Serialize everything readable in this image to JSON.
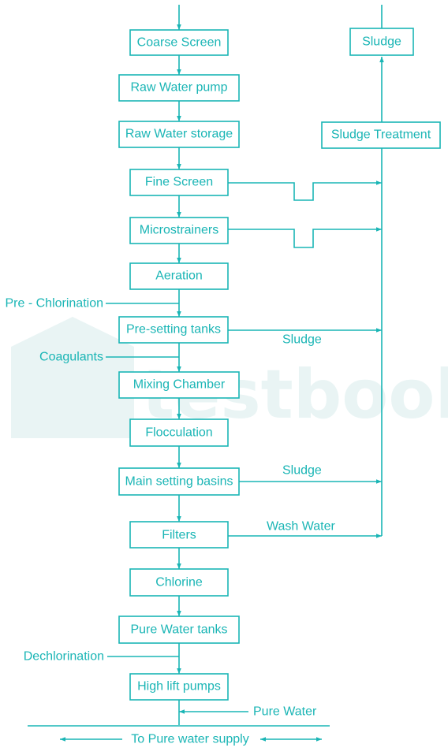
{
  "colors": {
    "accent": "#1ab5b5",
    "watermark": "#e9f4f4"
  },
  "watermark": "testbook",
  "boxes": {
    "coarse_screen": "Coarse Screen",
    "raw_water_pump": "Raw Water pump",
    "raw_water_storage": "Raw Water storage",
    "fine_screen": "Fine Screen",
    "microstrainers": "Microstrainers",
    "aeration": "Aeration",
    "pre_setting_tanks": "Pre-setting tanks",
    "mixing_chamber": "Mixing Chamber",
    "flocculation": "Flocculation",
    "main_setting_basins": "Main setting basins",
    "filters": "Filters",
    "chlorine": "Chlorine",
    "pure_water_tanks": "Pure Water tanks",
    "high_lift_pumps": "High lift pumps",
    "sludge": "Sludge",
    "sludge_treatment": "Sludge Treatment"
  },
  "labels": {
    "pre_chlorination": "Pre - Chlorination",
    "coagulants": "Coagulants",
    "dechlorination": "Dechlorination",
    "sludge_pre": "Sludge",
    "sludge_main": "Sludge",
    "wash_water": "Wash Water",
    "pure_water": "Pure Water",
    "supply": "To Pure water supply"
  }
}
